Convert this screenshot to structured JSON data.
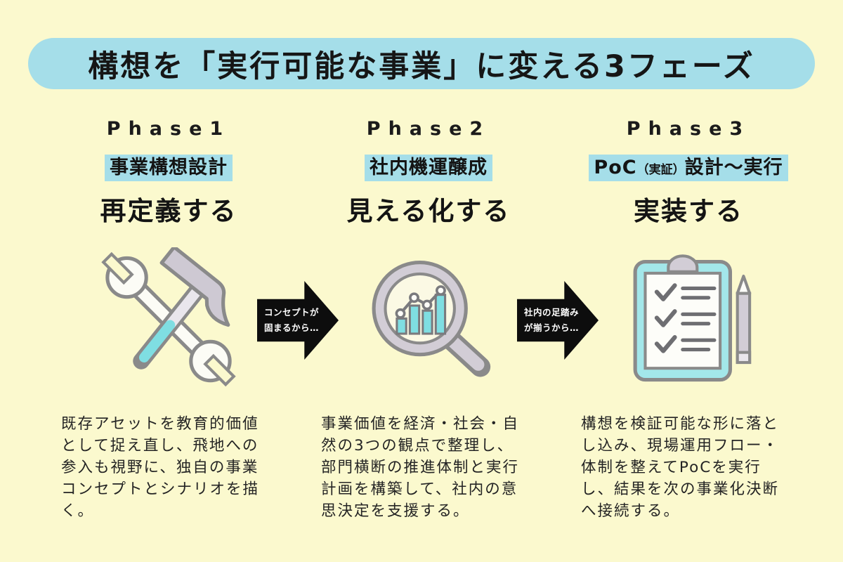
{
  "title": "構想を「実行可能な事業」に変える3フェーズ",
  "colors": {
    "background": "#FBF9CE",
    "banner": "#A5DEE9",
    "highlight": "#A5DEE9",
    "arrow_black": "#0D0D0D",
    "icon_teal": "#7FDEE2",
    "icon_gray_outline": "#8A8A8A",
    "icon_gray_fill": "#CEC9D3",
    "text_black": "#1B1B1B"
  },
  "phases": [
    {
      "name": "Phase1",
      "label": "事業構想設計",
      "statement": "再定義する",
      "icon": "wrench-hammer-icon",
      "description": "既存アセットを教育的価値\nとして捉え直し、飛地への\n参入も視野に、独自の事業\nコンセプトとシナリオを描\nく。"
    },
    {
      "name": "Phase2",
      "label": "社内機運醸成",
      "statement": "見える化する",
      "icon": "magnifier-chart-icon",
      "description": "事業価値を経済・社会・自\n然の3つの観点で整理し、\n部門横断の推進体制と実行\n計画を構築して、社内の意\n思決定を支援する。"
    },
    {
      "name": "Phase3",
      "label_parts": {
        "poc": "PoC",
        "note": "（実証）",
        "tail": "設計〜実行"
      },
      "statement": "実装する",
      "icon": "clipboard-checklist-pencil-icon",
      "description": "構想を検証可能な形に落と\nし込み、現場運用フロー・\n体制を整えてPoCを実行\nし、結果を次の事業化決断\nへ接続する。"
    }
  ],
  "arrows": [
    {
      "label": "コンセプトが\n固まるから…"
    },
    {
      "label": "社内の足踏み\nが揃うから…"
    }
  ]
}
